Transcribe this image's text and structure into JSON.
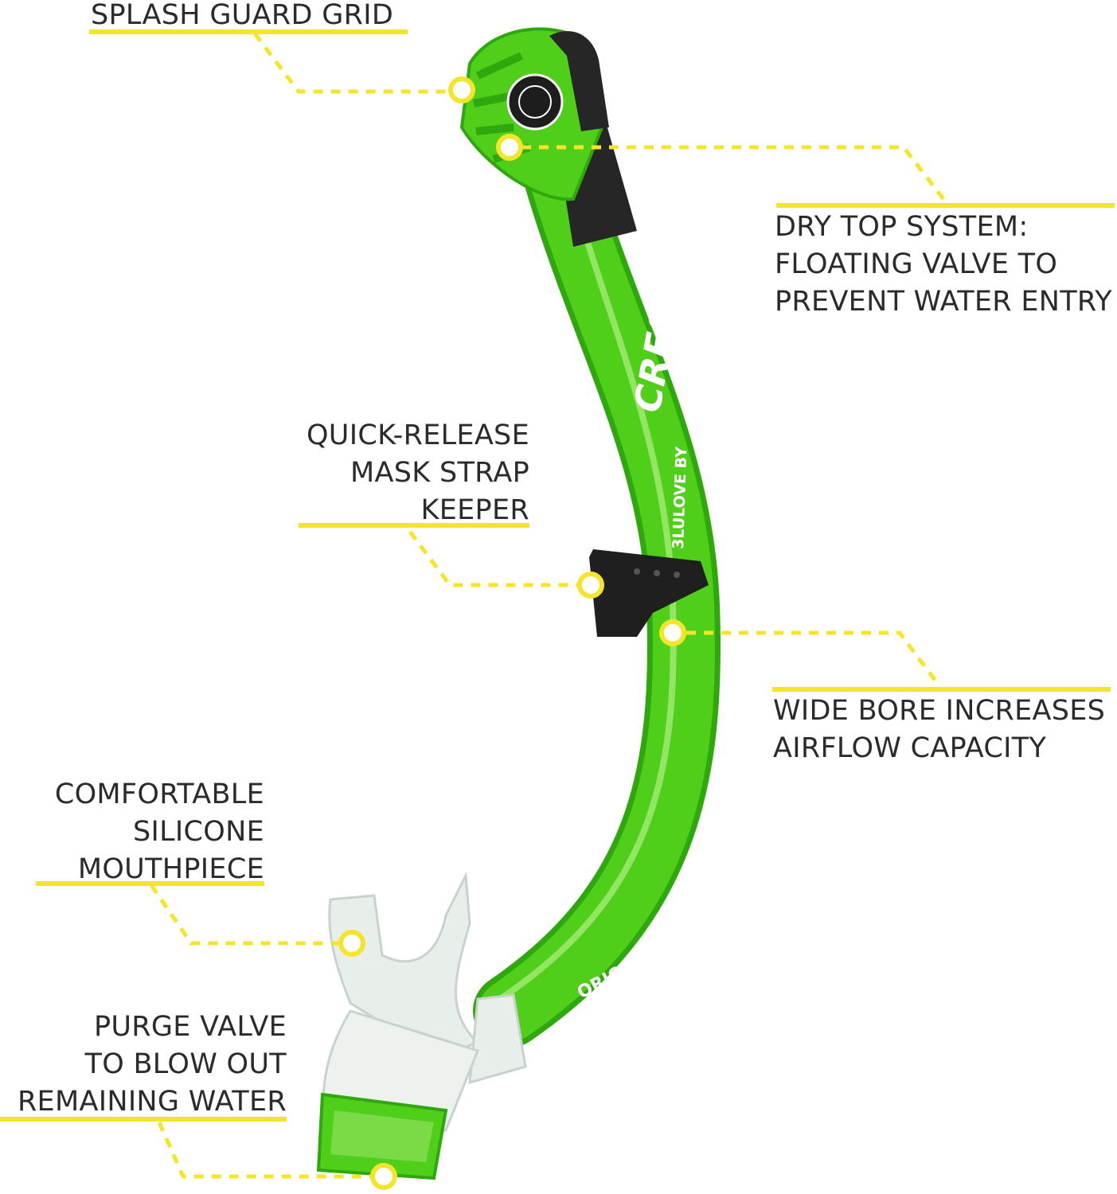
{
  "colors": {
    "accent_yellow": "#f5e52a",
    "tube_green": "#4fce1a",
    "tube_green_dark": "#2fa80e",
    "tube_highlight": "#a8ee7c",
    "black_part": "#262626",
    "clear_silicone": "#e8eeea",
    "text": "#2b2b2b"
  },
  "brand_logo_text": [
    "CRESSI",
    "3LULOVE BY",
    "ORION DRY"
  ],
  "callouts": {
    "splash_guard": {
      "lines": [
        "SPLASH GUARD GRID"
      ],
      "icon": "target-circle"
    },
    "dry_top": {
      "lines": [
        "DRY TOP SYSTEM:",
        "FLOATING VALVE TO",
        "PREVENT WATER ENTRY"
      ],
      "icon": "target-circle"
    },
    "strap_keeper": {
      "lines": [
        "QUICK-RELEASE",
        "MASK STRAP",
        "KEEPER"
      ],
      "icon": "target-circle"
    },
    "wide_bore": {
      "lines": [
        "WIDE BORE INCREASES",
        "AIRFLOW CAPACITY"
      ],
      "icon": "target-circle"
    },
    "mouthpiece": {
      "lines": [
        "COMFORTABLE",
        "SILICONE",
        "MOUTHPIECE"
      ],
      "icon": "target-circle"
    },
    "purge_valve": {
      "lines": [
        "PURGE VALVE",
        "TO BLOW OUT",
        "REMAINING WATER"
      ],
      "icon": "target-circle"
    }
  }
}
